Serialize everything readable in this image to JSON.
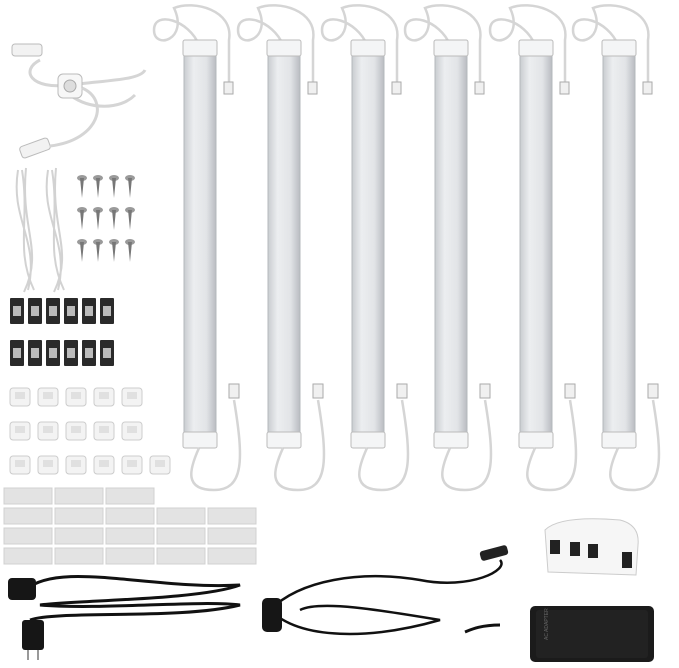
{
  "product": {
    "adapter_label": "AC ADAPTER",
    "bar_count": 6,
    "screw_count": 12,
    "mount_clip_count": 12,
    "adhesive_clip_count": 16,
    "tape_pad_count": 18
  },
  "colors": {
    "background": "#ffffff",
    "bar_body": "#e4e6e9",
    "bar_cap": "#f2f3f5",
    "cable_white": "#d8d8d8",
    "cable_black": "#111111",
    "adapter": "#1a1a1a"
  }
}
